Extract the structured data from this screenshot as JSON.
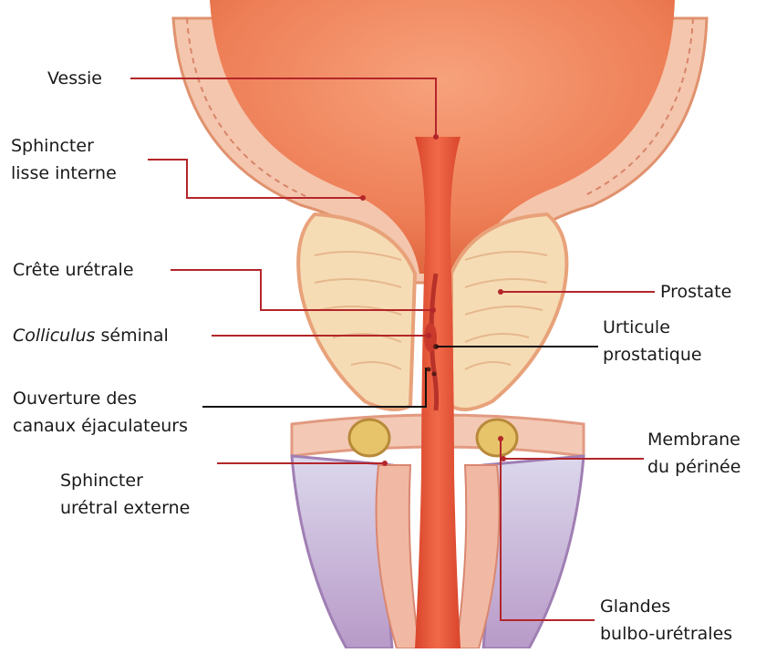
{
  "colors": {
    "leader_red": "#b3262a",
    "leader_black": "#111111",
    "bladder": "#f08a63",
    "urethra": "#e35a3c",
    "prostate_fill": "#f6dcb4",
    "wall": "#f2b79b",
    "bulb_gland": "#e7c46a",
    "bulb_tissue": "#c9a4c8"
  },
  "labels": {
    "vessie": "Vessie",
    "sphincter_lisse": [
      "Sphincter",
      "lisse interne"
    ],
    "crete": "Crête urétrale",
    "colliculus": {
      "italic": "Colliculus",
      "rest": " séminal"
    },
    "ouverture": [
      "Ouverture des",
      "canaux éjaculateurs"
    ],
    "sphincter_ext": [
      "Sphincter",
      "urétral externe"
    ],
    "prostate": "Prostate",
    "urticule": [
      "Urticule",
      "prostatique"
    ],
    "membrane": [
      "Membrane",
      "du périnée"
    ],
    "glandes": [
      "Glandes",
      "bulbo-urétrales"
    ]
  }
}
